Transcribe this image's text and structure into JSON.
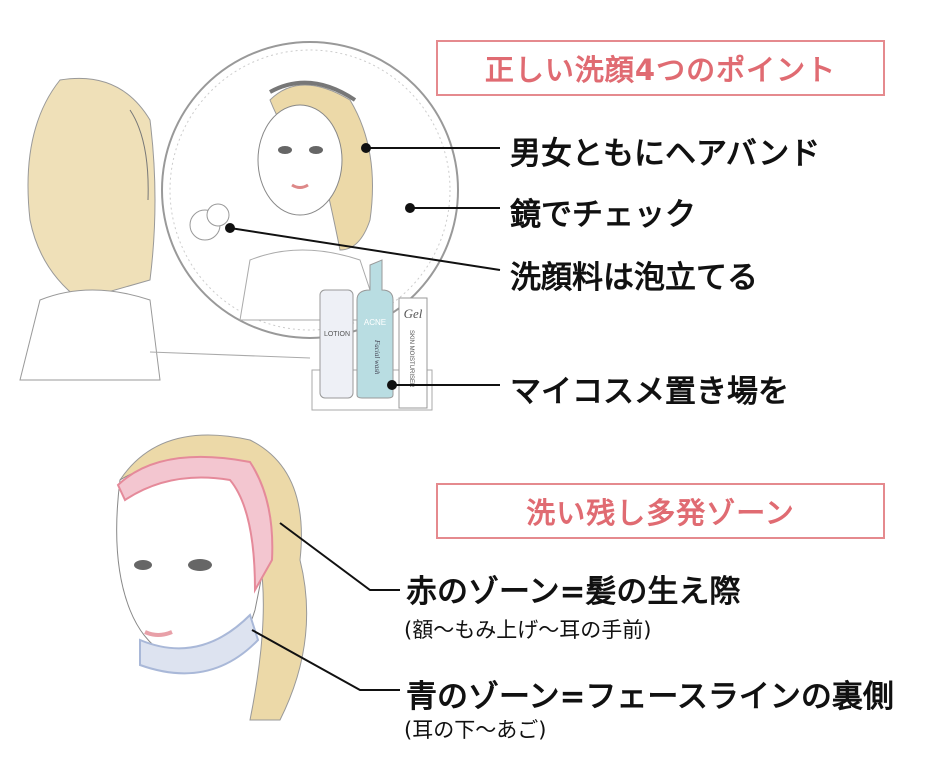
{
  "section1": {
    "title": "正しい洗顔4つのポイント",
    "points": [
      "男女ともにヘアバンド",
      "鏡でチェック",
      "洗顔料は泡立てる",
      "マイコスメ置き場を"
    ],
    "products": {
      "lotion": "LOTION",
      "acne": "ACNE",
      "facial_wash": "Facial wash",
      "gel": "Gel",
      "moisturiser": "SKIN MOISTURISER"
    }
  },
  "section2": {
    "title": "洗い残し多発ゾーン",
    "zones": [
      {
        "label": "赤のゾーン=髪の生え際",
        "detail": "(額〜もみ上げ〜耳の手前)"
      },
      {
        "label": "青のゾーン=フェースラインの裏側",
        "detail": "(耳の下〜あご)"
      }
    ]
  },
  "colors": {
    "accent": "#e06b72",
    "hair": "#ecd9a8",
    "mirror_bottle": "#b9dde2",
    "red_zone": "#e58a9a",
    "blue_zone": "#a9b8d8"
  }
}
